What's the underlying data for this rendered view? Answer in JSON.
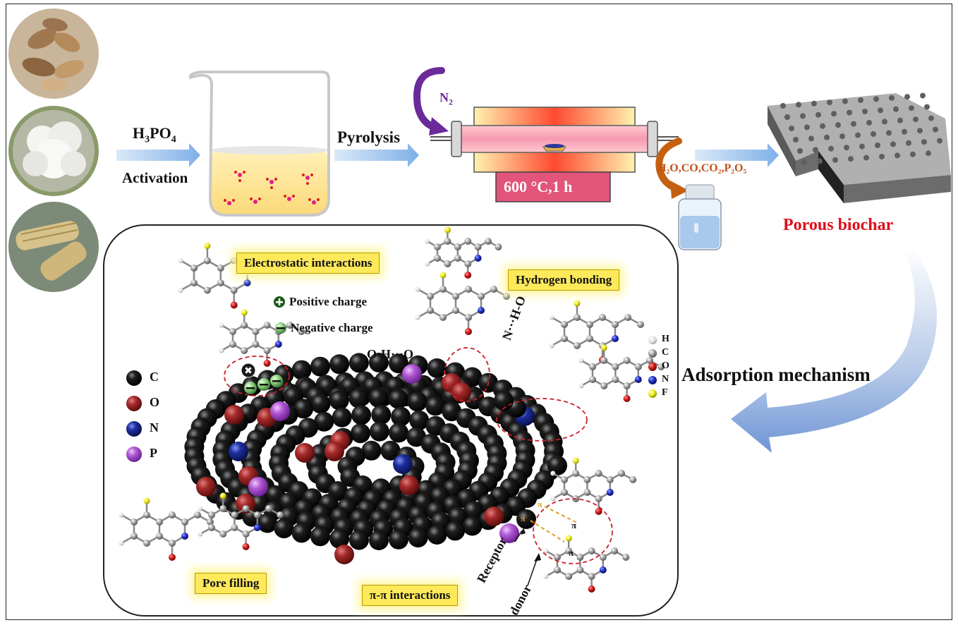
{
  "labels": {
    "acid_main": "H",
    "acid_sub1": "3",
    "acid_mid": "PO",
    "acid_sub2": "4",
    "activation": "Activation",
    "pyrolysis": "Pyrolysis",
    "nitrogen_main": "N",
    "nitrogen_sub": "2",
    "temperature": "600 °C,1 h",
    "gases": "H₂O,CO,CO₂,P₂O₅",
    "porous_biochar": "Porous biochar",
    "adsorption_mechanism": "Adsorption mechanism"
  },
  "mechanisms": {
    "electrostatic": "Electrostatic interactions",
    "hydrogen": "Hydrogen bonding",
    "pore_filling": "Pore filling",
    "pi_pi": "π-π interactions",
    "positive_charge": "Positive charge",
    "negative_charge": "Negative charge",
    "ohbond": "O-H···O",
    "nhbond": "N···H-O",
    "receptor": "Receptor",
    "donor": "donor",
    "pi": "π"
  },
  "legend_left": [
    {
      "symbol": "C",
      "color": "#111111"
    },
    {
      "symbol": "O",
      "color": "#a52a2a"
    },
    {
      "symbol": "N",
      "color": "#1c2e9c"
    },
    {
      "symbol": "P",
      "color": "#b35ad6"
    }
  ],
  "legend_right": [
    {
      "symbol": "H",
      "color": "#e6e6e6"
    },
    {
      "symbol": "C",
      "color": "#707070"
    },
    {
      "symbol": "O",
      "color": "#c81d1d"
    },
    {
      "symbol": "N",
      "color": "#2030c8"
    },
    {
      "symbol": "F",
      "color": "#f0f020"
    }
  ],
  "colors": {
    "arrow": "#8fb8e6",
    "curve_arrow": "#7d9fd8",
    "n2_arrow": "#6a2a9a",
    "gas_arrow": "#c4600f",
    "highlight": "#fde95a",
    "temp_box": "#e2547a",
    "accent_red": "#e0101a",
    "gas_text": "#c0501a"
  }
}
